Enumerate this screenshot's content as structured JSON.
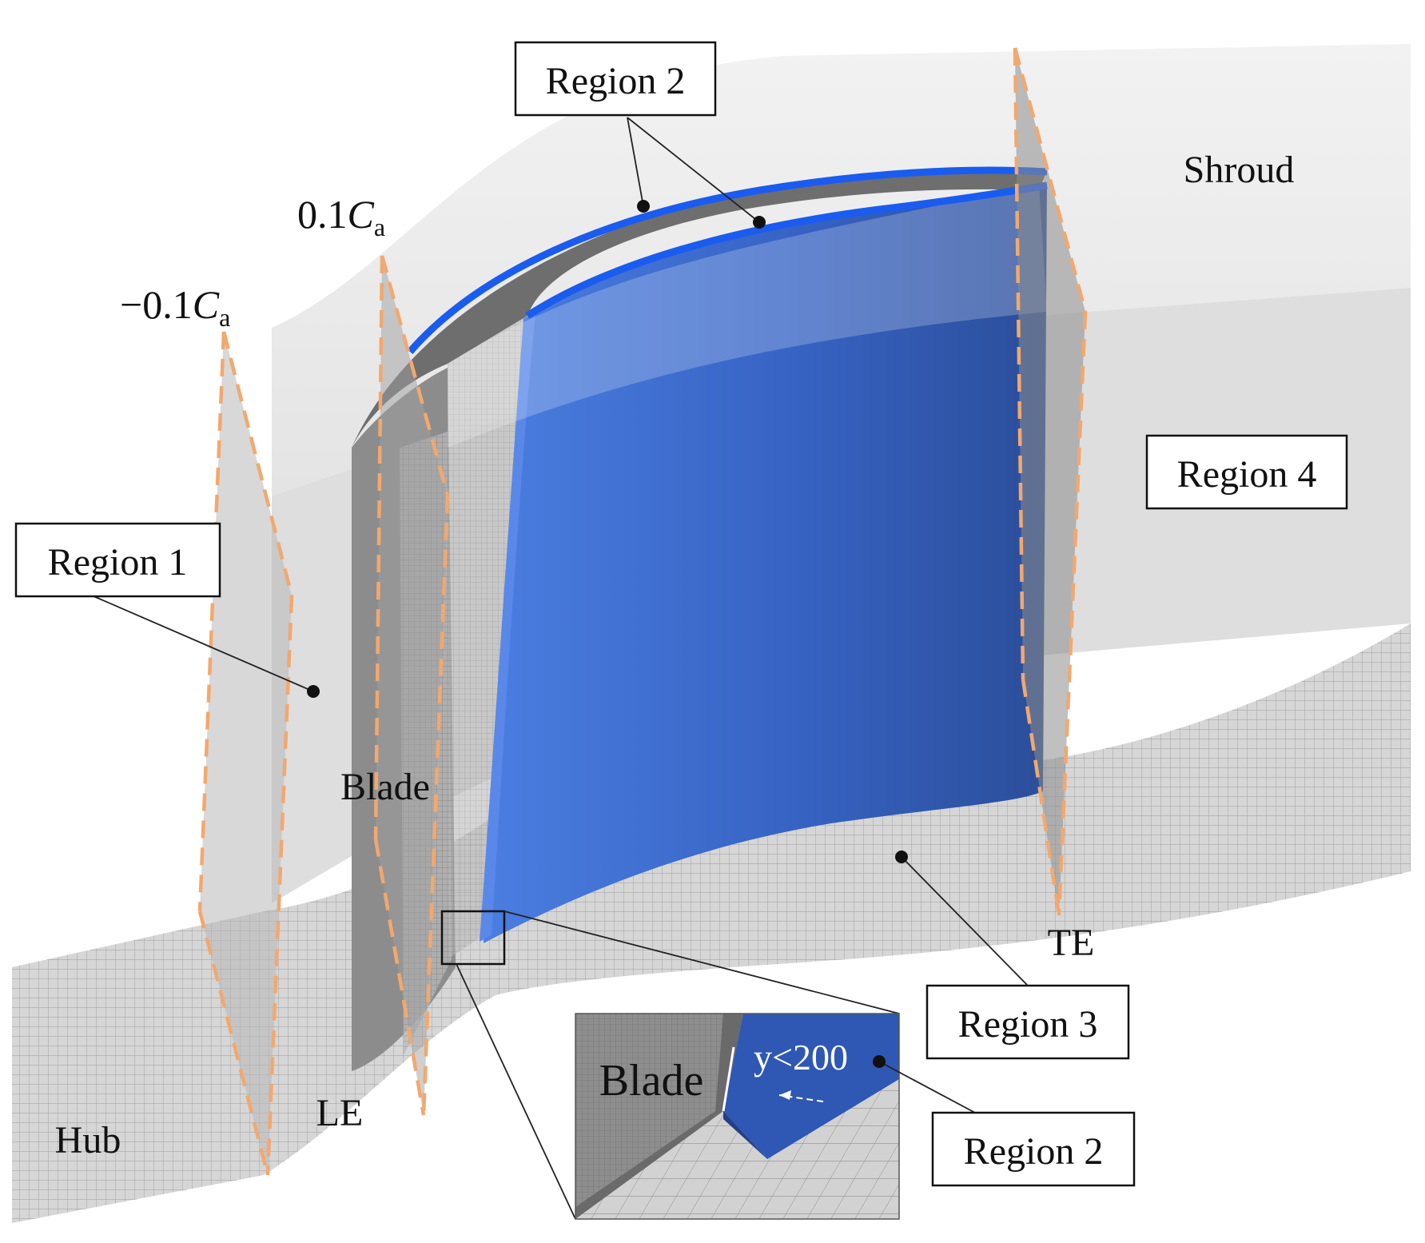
{
  "figure": {
    "labels": {
      "shroud": "Shroud",
      "hub": "Hub",
      "blade": "Blade",
      "le": "LE",
      "te": "TE",
      "pos_plane_coef": "0.1",
      "neg_plane_coef": "−0.1",
      "chord_symbol": "C",
      "chord_subscript": "a"
    },
    "regions": {
      "region1": "Region 1",
      "region2_top": "Region 2",
      "region3": "Region 3",
      "region4": "Region 4",
      "region2_inset": "Region 2"
    },
    "inset": {
      "blade_label": "Blade",
      "yplus_text": "y<200"
    },
    "colors": {
      "blade_blue": "#3560c8",
      "tip_edge_blue": "#1a5cf0",
      "plane_dash": "#f2a86e",
      "mesh_grey": "#c6c6c6",
      "shroud_light": "#efefef"
    }
  }
}
